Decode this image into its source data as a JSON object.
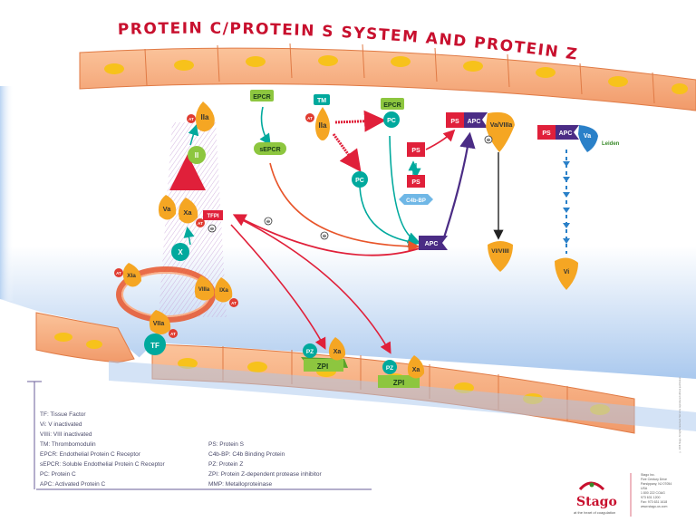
{
  "title": "PROTEIN C/PROTEIN S SYSTEM AND PROTEIN Z",
  "colors": {
    "title": "#c8102e",
    "cell": "#f5a97a",
    "nucleus": "#f7c21b",
    "factor": "#f5a623",
    "activated_tag": "#e03c31",
    "teal": "#00a99d",
    "green": "#8dc63f",
    "protein_s": "#e0203a",
    "apc": "#4b2c85",
    "lumen": "#dbe9f8"
  },
  "labels": {
    "epcr": "EPCR",
    "tm": "TM",
    "epcr2": "EPCR",
    "iia_tm": "IIa",
    "iia_top": "IIa",
    "ii": "II",
    "va": "Va",
    "xa": "Xa",
    "tfpi": "TFPI",
    "x": "X",
    "xia": "XIa",
    "viiia": "VIIIa",
    "ixa": "IXa",
    "viia": "VIIa",
    "tf": "TF",
    "sepcr": "sEPCR",
    "pc_free": "PC",
    "pc_bound": "PC",
    "ps_1": "PS",
    "ps_2": "PS",
    "c4bbp": "C4b-BP",
    "apc_free": "APC",
    "ps_cplx": "PS",
    "apc_cplx": "APC",
    "va_viiia": "Va/VIIIa",
    "vi_viiii": "VI/VIIII",
    "ps_leiden": "PS",
    "apc_leiden": "APC",
    "va_leiden": "Va",
    "leiden": "Leiden",
    "vi": "Vi",
    "pz_1": "PZ",
    "xa_1": "Xa",
    "zpi_1": "ZPI",
    "pz_2": "PZ",
    "xa_2": "Xa",
    "zpi_2": "ZPI",
    "at": "AT",
    "inhibit": "⊖"
  },
  "legend_left": [
    "TF: Tissue Factor",
    "Vi: V inactivated",
    "VIIIi: VIII inactivated",
    "TM: Thrombomodulin",
    "EPCR: Endothelial Protein C Receptor",
    "sEPCR: Soluble Endothelial Protein C Receptor",
    "PC: Protein C",
    "APC: Activated Protein C"
  ],
  "legend_right": [
    "PS: Protein S",
    "C4b-BP: C4b Binding Protein",
    "PZ: Protein Z",
    "ZPI: Protein Z-dependent protease inhibitor",
    "MMP: Metalloproteinase"
  ],
  "logo": {
    "name": "Stago",
    "tagline": "at the heart of coagulation"
  },
  "address": [
    "Stago Inc.",
    "Five Century Drive",
    "Parsippany, NJ 07054",
    "USA",
    "1 800 222 COAG",
    "973 631 1200",
    "Fax: 973 631 1618",
    "www.stago-us.com"
  ],
  "side_note": "© 2008 Stago. All rights reserved. Not to be reproduced without permission."
}
